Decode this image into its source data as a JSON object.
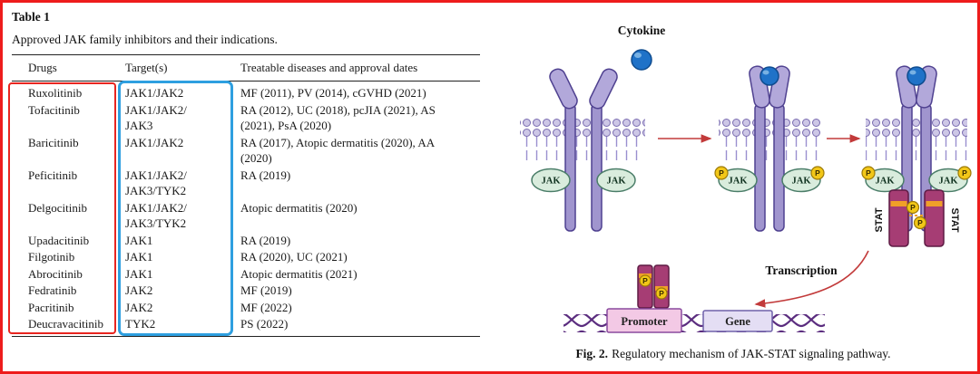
{
  "page": {
    "border_color": "#ee1c1c"
  },
  "table": {
    "title": "Table 1",
    "caption": "Approved JAK family inhibitors and their indications.",
    "columns": [
      "Drugs",
      "Target(s)",
      "Treatable diseases and approval dates"
    ],
    "rows": [
      {
        "drug": "Ruxolitinib",
        "targets": "JAK1/JAK2",
        "diseases": "MF (2011), PV (2014), cGVHD (2021)"
      },
      {
        "drug": "Tofacitinib",
        "targets": "JAK1/JAK2/\nJAK3",
        "diseases": "RA (2012), UC (2018), pcJIA (2021), AS\n(2021), PsA (2020)"
      },
      {
        "drug": "Baricitinib",
        "targets": "JAK1/JAK2",
        "diseases": "RA (2017), Atopic dermatitis (2020), AA\n(2020)"
      },
      {
        "drug": "Peficitinib",
        "targets": "JAK1/JAK2/\nJAK3/TYK2",
        "diseases": "RA (2019)"
      },
      {
        "drug": "Delgocitinib",
        "targets": "JAK1/JAK2/\nJAK3/TYK2",
        "diseases": "Atopic dermatitis (2020)"
      },
      {
        "drug": "Upadacitinib",
        "targets": "JAK1",
        "diseases": "RA (2019)"
      },
      {
        "drug": "Filgotinib",
        "targets": "JAK1",
        "diseases": "RA (2020), UC (2021)"
      },
      {
        "drug": "Abrocitinib",
        "targets": "JAK1",
        "diseases": "Atopic dermatitis (2021)"
      },
      {
        "drug": "Fedratinib",
        "targets": "JAK2",
        "diseases": "MF (2019)"
      },
      {
        "drug": "Pacritinib",
        "targets": "JAK2",
        "diseases": "MF (2022)"
      },
      {
        "drug": "Deucravacitinib",
        "targets": "TYK2",
        "diseases": "PS (2022)"
      }
    ],
    "annotations": {
      "drugs_highlight_color": "#e8251f",
      "targets_highlight_color": "#2e9fe0"
    }
  },
  "figure": {
    "caption_label": "Fig. 2.",
    "caption_text": "Regulatory mechanism of JAK-STAT signaling pathway.",
    "labels": {
      "cytokine": "Cytokine",
      "jak": "JAK",
      "stat": "STAT",
      "phosphate": "P",
      "transcription": "Transcription",
      "promoter": "Promoter",
      "gene": "Gene"
    },
    "colors": {
      "cytokine_ball": "#1f72c8",
      "receptor": "#a095ce",
      "membrane_head": "#cdc7e6",
      "jak_oval": "#d9ecdd",
      "phosphate": "#f2c718",
      "stat_body": "#a63d74",
      "stat_stripe": "#f0a028",
      "promoter_box": "#f3c9e5",
      "gene_box": "#e4def4",
      "dna": "#5b2d7f",
      "arrow": "#c23a3a"
    }
  }
}
